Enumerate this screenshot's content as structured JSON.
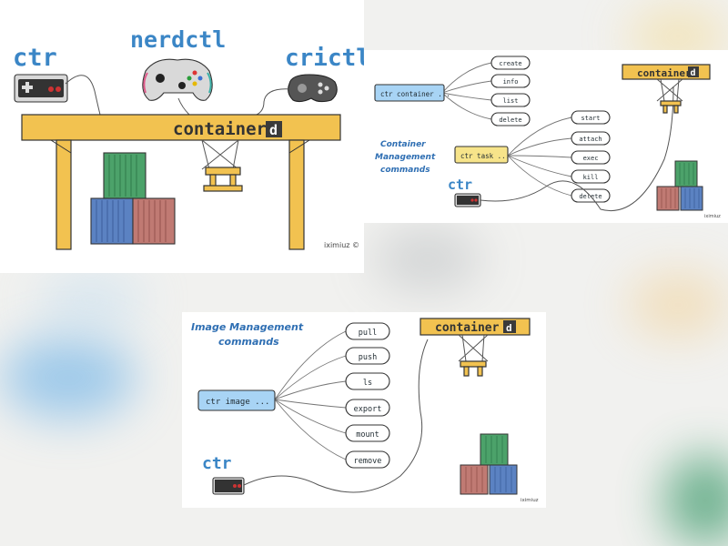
{
  "panels": [
    {
      "id": "tools-overview",
      "runtime": {
        "name": "container",
        "suffix": "d"
      },
      "tools": [
        "ctr",
        "nerdctl",
        "crictl"
      ],
      "signature": "iximiuz ©"
    },
    {
      "id": "container-management",
      "heading": [
        "Container",
        "Management",
        "commands"
      ],
      "cli": "ctr",
      "runtime": {
        "name": "container",
        "suffix": "d"
      },
      "groups": [
        {
          "command": "ctr container ...",
          "color": "#a8d4f5",
          "subcommands": [
            "create",
            "info",
            "list",
            "delete"
          ]
        },
        {
          "command": "ctr task ...",
          "color": "#f7e48a",
          "subcommands": [
            "start",
            "attach",
            "exec",
            "kill",
            "delete"
          ]
        }
      ],
      "signature": "iximiuz"
    },
    {
      "id": "image-management",
      "heading": [
        "Image Management",
        "commands"
      ],
      "cli": "ctr",
      "runtime": {
        "name": "container",
        "suffix": "d"
      },
      "command": "ctr image ...",
      "subcommands": [
        "pull",
        "push",
        "ls",
        "export",
        "mount",
        "remove"
      ],
      "signature": "iximiuz"
    }
  ],
  "palette": {
    "beam": "#f2c250",
    "container_green": "#4ca26a",
    "container_blue": "#5b82c2",
    "container_red": "#c07a73",
    "command_blue": "#a8d4f5",
    "command_yellow": "#f7e48a",
    "heading_blue": "#2f6fb3"
  }
}
